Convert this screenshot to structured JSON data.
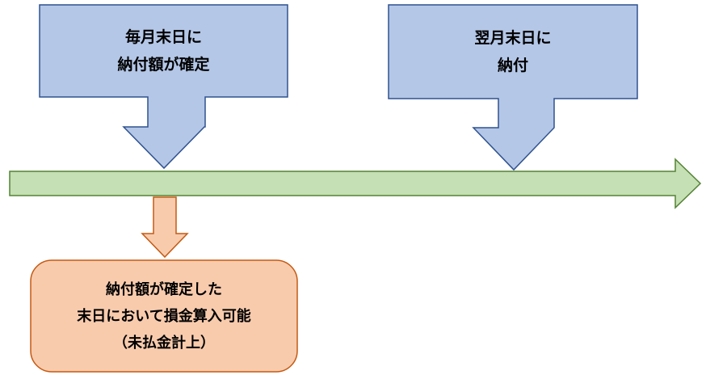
{
  "callouts": [
    {
      "lines": [
        "毎月末日に",
        "納付額が確定"
      ]
    },
    {
      "lines": [
        "翌月末日に",
        "納付"
      ]
    }
  ],
  "result": {
    "lines": [
      "納付額が確定した",
      "末日において損金算入可能",
      "（未払金計上）"
    ]
  },
  "colors": {
    "callout_fill": "#b4c7e7",
    "callout_stroke": "#2f528f",
    "timeline_fill": "#c5e0b4",
    "timeline_stroke": "#548235",
    "result_fill": "#f8cbad",
    "result_stroke": "#c55a11"
  }
}
